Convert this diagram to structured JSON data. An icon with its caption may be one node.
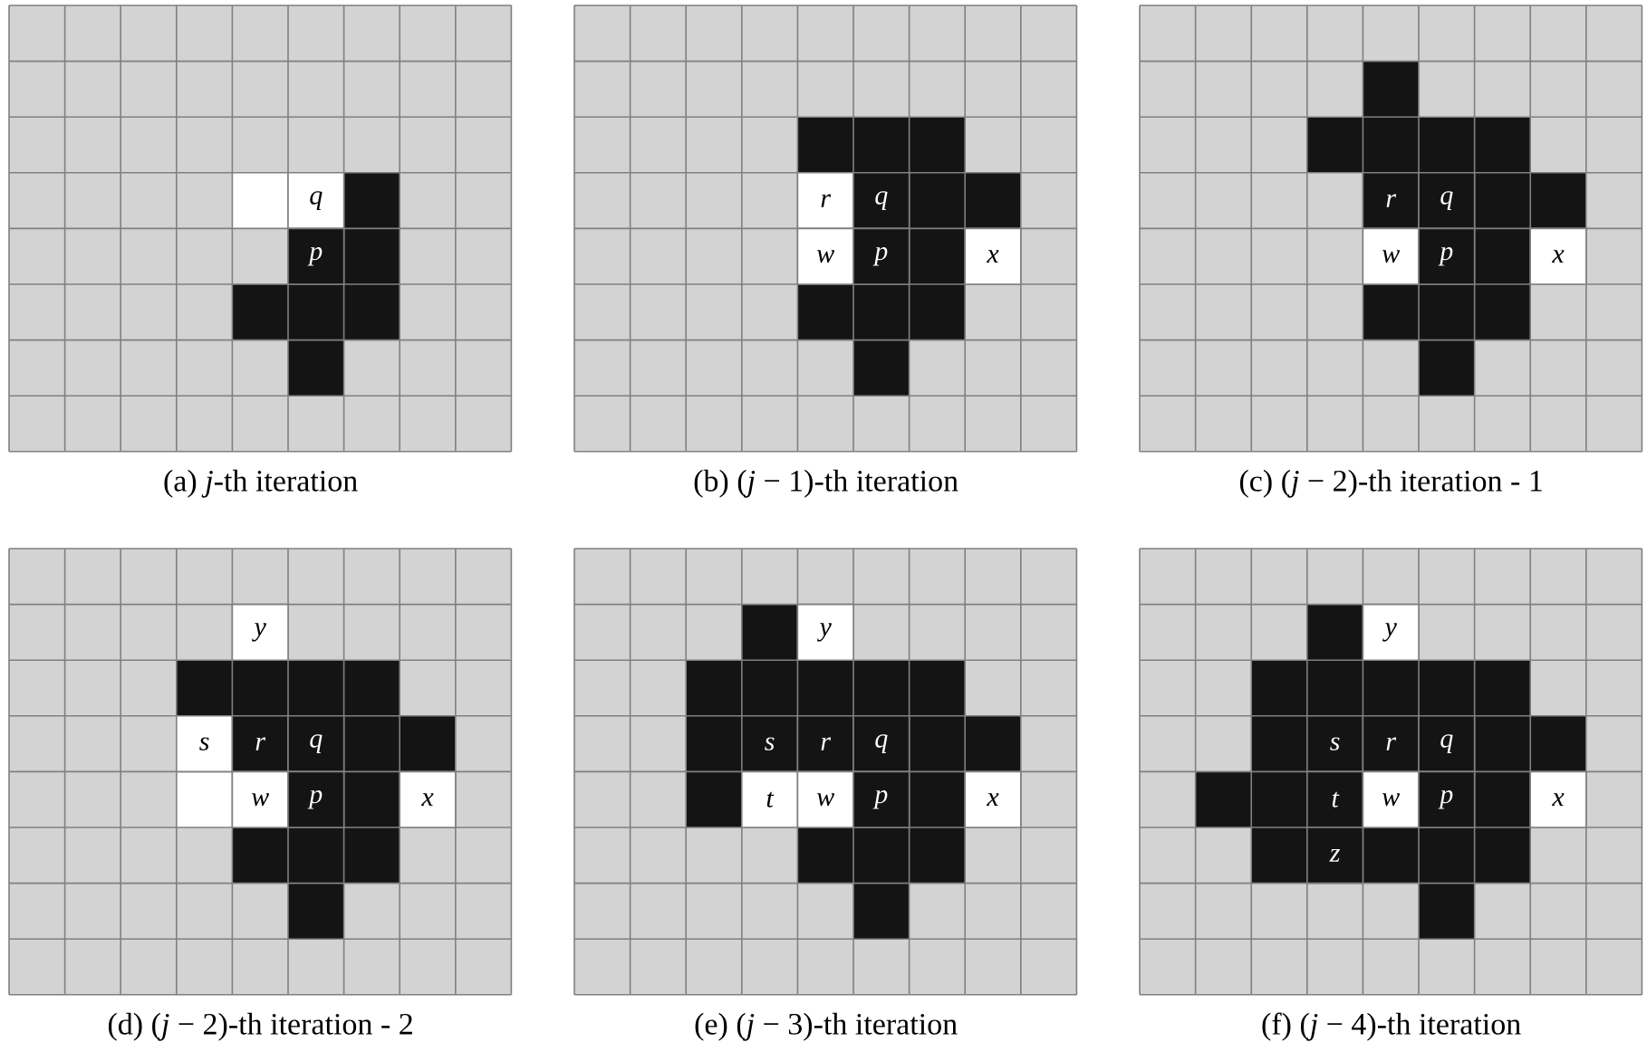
{
  "diagram": {
    "nodes": [
      {
        "text": [
          "(a) *j*-th iteration"
        ]
      },
      {
        "text": [
          "q"
        ],
        "in": 0
      },
      {
        "text": [
          "p"
        ],
        "in": 0
      },
      {
        "text": [
          "(b) (*j* − 1)-th iteration"
        ]
      },
      {
        "text": [
          "r"
        ],
        "in": 3
      },
      {
        "text": [
          "q"
        ],
        "in": 3
      },
      {
        "text": [
          "w"
        ],
        "in": 3
      },
      {
        "text": [
          "p"
        ],
        "in": 3
      },
      {
        "text": [
          "x"
        ],
        "in": 3
      },
      {
        "text": [
          "(c) (*j* − 2)-th iteration - 1"
        ]
      },
      {
        "text": [
          "r"
        ],
        "in": 9
      },
      {
        "text": [
          "q"
        ],
        "in": 9
      },
      {
        "text": [
          "w"
        ],
        "in": 9
      },
      {
        "text": [
          "p"
        ],
        "in": 9
      },
      {
        "text": [
          "x"
        ],
        "in": 9
      },
      {
        "text": [
          "(d) (*j* − 2)-th iteration - 2"
        ]
      },
      {
        "text": [
          "y"
        ],
        "in": 15
      },
      {
        "text": [
          "s"
        ],
        "in": 15
      },
      {
        "text": [
          "r"
        ],
        "in": 15
      },
      {
        "text": [
          "q"
        ],
        "in": 15
      },
      {
        "text": [
          "w"
        ],
        "in": 15
      },
      {
        "text": [
          "p"
        ],
        "in": 15
      },
      {
        "text": [
          "x"
        ],
        "in": 15
      },
      {
        "text": [
          "(e) (*j* − 3)-th iteration"
        ]
      },
      {
        "text": [
          "y"
        ],
        "in": 23
      },
      {
        "text": [
          "s"
        ],
        "in": 23
      },
      {
        "text": [
          "r"
        ],
        "in": 23
      },
      {
        "text": [
          "q"
        ],
        "in": 23
      },
      {
        "text": [
          "t"
        ],
        "in": 23
      },
      {
        "text": [
          "w"
        ],
        "in": 23
      },
      {
        "text": [
          "p"
        ],
        "in": 23
      },
      {
        "text": [
          "x"
        ],
        "in": 23
      },
      {
        "text": [
          "(f) (*j* − 4)-th iteration"
        ]
      },
      {
        "text": [
          "y"
        ],
        "in": 32
      },
      {
        "text": [
          "s"
        ],
        "in": 32
      },
      {
        "text": [
          "r"
        ],
        "in": 32
      },
      {
        "text": [
          "q"
        ],
        "in": 32
      },
      {
        "text": [
          "t"
        ],
        "in": 32
      },
      {
        "text": [
          "w"
        ],
        "in": 32
      },
      {
        "text": [
          "p"
        ],
        "in": 32
      },
      {
        "text": [
          "x"
        ],
        "in": 32
      },
      {
        "text": [
          "z"
        ],
        "in": 32
      }
    ]
  }
}
